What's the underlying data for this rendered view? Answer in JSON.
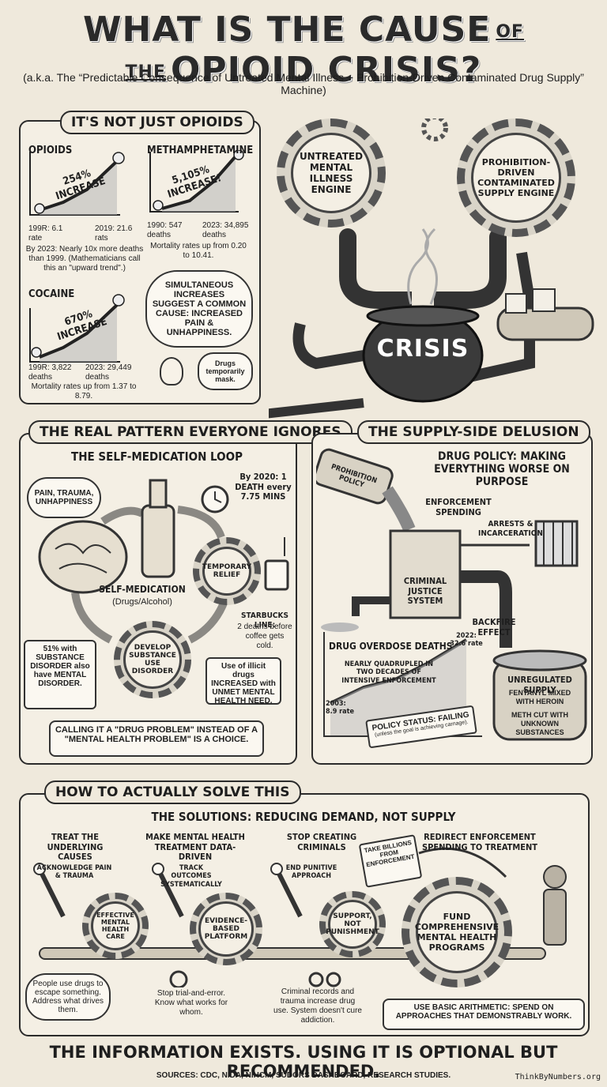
{
  "title": {
    "part1": "WHAT IS THE CAUSE",
    "of": "OF THE",
    "part2": "OPIOID CRISIS?"
  },
  "subtitle": "(a.k.a. The “Predictable Consequence of Untreated Mental Illness + Prohibition-Driven Contaminated Drug Supply” Machine)",
  "section1": {
    "title": "IT'S NOT JUST OPIOIDS",
    "opioids": {
      "label": "OPIOIDS",
      "increase": "254% INCREASE",
      "start": "199R: 6.1 rate",
      "end": "2019: 21.6 rats",
      "note": "By 2023: Nearly 10x more deaths than 1999. (Mathematicians call this an \"upward trend\".)"
    },
    "meth": {
      "label": "METHAMPHETAMINE",
      "increase": "5,105% INCREASE!",
      "start": "1990: 547 deaths",
      "end": "2023: 34,895 deaths",
      "note": "Mortality rates up from 0.20 to 10.41."
    },
    "cocaine": {
      "label": "COCAINE",
      "increase": "670% INCREASE",
      "start": "199R: 3,822 deaths",
      "end": "2023: 29,449 deaths",
      "note": "Mortality rates up from 1.37 to 8.79."
    },
    "bubble": "SIMULTANEOUS INCREASES SUGGEST A COMMON CAUSE: INCREASED PAIN & UNHAPPINESS.",
    "mask": "Drugs temporarily mask."
  },
  "machine": {
    "gear1": "UNTREATED MENTAL ILLNESS ENGINE",
    "gear2": "PROHIBITION-DRIVEN CONTAMINATED SUPPLY ENGINE",
    "pot": "CRISIS"
  },
  "section2": {
    "title": "THE REAL PATTERN EVERYONE IGNORES",
    "subtitle": "THE SELF-MEDICATION LOOP",
    "pain": "PAIN, TRAUMA, UNHAPPINESS",
    "death": "By 2020: 1 DEATH every 7.75 MINS",
    "relief": "TEMPORARY RELIEF",
    "selfmed": "SELF-MEDICATION",
    "selfmed_sub": "(Drugs/Alcohol)",
    "starbucks_title": "STARBUCKS LINE:",
    "starbucks": "2 deaths before coffee gets cold.",
    "develop": "DEVELOP SUBSTANCE USE DISORDER",
    "stat": "51% with SUBSTANCE DISORDER also have MENTAL DISORDER.",
    "illicit": "Use of illicit drugs INCREASED with UNMET MENTAL HEALTH NEED.",
    "choice": "CALLING IT A \"DRUG PROBLEM\" INSTEAD OF A \"MENTAL HEALTH PROBLEM\" IS A CHOICE."
  },
  "section3": {
    "title": "THE SUPPLY-SIDE DELUSION",
    "subtitle": "DRUG POLICY: MAKING EVERYTHING WORSE ON PURPOSE",
    "can": "PROHIBITION POLICY",
    "spending": "ENFORCEMENT SPENDING",
    "arrests": "ARRESTS & INCARCERATION",
    "cjs": "CRIMINAL JUSTICE SYSTEM",
    "backfire": "BACKFIRE EFFECT",
    "deaths_title": "DRUG OVERDOSE DEATHS",
    "d2022": "2022: 32.6 rate",
    "quad": "NEARLY QUADRUPLED IN TWO DECADES OF INTENSIVE ENFORCEMENT",
    "d2003": "2003: 8.9 rate",
    "status": "POLICY STATUS: FAILING",
    "status_sub": "(unless the goal is achieving carnage).",
    "unreg_title": "UNREGULATED SUPPLY",
    "fentanyl": "FENTANYL MIXED WITH HEROIN",
    "meth_cut": "METH CUT WITH UNKNOWN SUBSTANCES"
  },
  "section4": {
    "title": "HOW TO ACTUALLY SOLVE THIS",
    "subtitle": "THE SOLUTIONS: REDUCING DEMAND, NOT SUPPLY",
    "c1": {
      "head": "TREAT THE UNDERLYING CAUSES",
      "lever": "ACKNOWLEDGE PAIN & TRAUMA",
      "gear": "EFFECTIVE MENTAL HEALTH CARE",
      "note": "People use drugs to escape something. Address what drives them."
    },
    "c2": {
      "head": "MAKE MENTAL HEALTH TREATMENT DATA-DRIVEN",
      "lever": "TRACK OUTCOMES SYSTEMATICALLY",
      "gear": "EVIDENCE-BASED PLATFORM",
      "note": "Stop trial-and-error. Know what works for whom."
    },
    "c3": {
      "head": "STOP CREATING CRIMINALS",
      "lever": "END PUNITIVE APPROACH",
      "gear": "SUPPORT, NOT PUNISHMENT",
      "note": "Criminal records and trauma increase drug use. System doesn't cure addiction."
    },
    "c4": {
      "head": "REDIRECT ENFORCEMENT SPENDING TO TREATMENT",
      "tag": "TAKE BILLIONS FROM ENFORCEMENT",
      "gear": "FUND COMPREHENSIVE MENTAL HEALTH PROGRAMS",
      "note": "USE BASIC ARITHMETIC: SPEND ON APPROACHES THAT DEMONSTRABLY WORK."
    }
  },
  "footer": "THE INFORMATION EXISTS. USING IT IS OPTIONAL BUT RECOMMENDED.",
  "sources": "SOURCES: CDC, NIDA, NIHCM, SUDORS DASHBOARD, RESEARCH STUDIES.",
  "brand": "ThinkByNumbers.org"
}
